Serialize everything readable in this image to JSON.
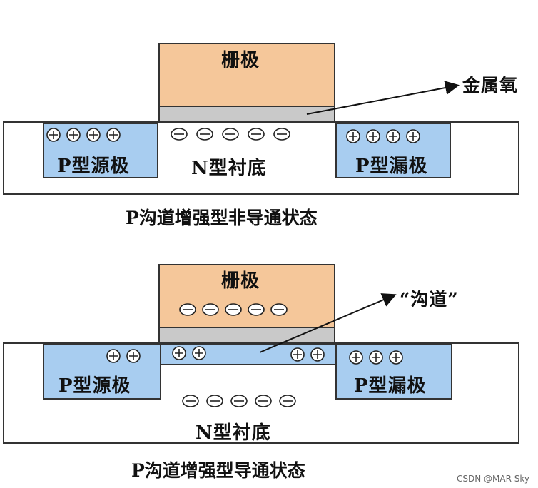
{
  "top": {
    "gate_label": "栅极",
    "oxide_callout": "金属氧",
    "source_label": "P型源极",
    "drain_label": "P型漏极",
    "substrate_label": "N型衬底",
    "caption": "P沟道增强型非导通状态"
  },
  "bottom": {
    "gate_label": "栅极",
    "channel_callout": "“沟道”",
    "source_label": "P型源极",
    "drain_label": "P型漏极",
    "substrate_label": "N型衬底",
    "caption": "P沟道增强型导通状态"
  },
  "watermark": "CSDN @MAR-Sky",
  "colors": {
    "gate": "#f5c79a",
    "oxide": "#c9c9c9",
    "p_region": "#a8cdf0",
    "outline": "#333333"
  }
}
